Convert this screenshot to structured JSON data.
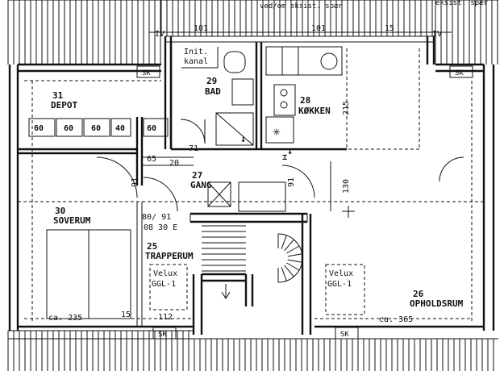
{
  "header": {
    "fragment_left": "ved/om eksist. spær",
    "fragment_right": "eksist. spær"
  },
  "grid_marks": {
    "mark_1": "IV",
    "mark_2": "101",
    "mark_3": "101",
    "mark_4": "15",
    "mark_5": "IV"
  },
  "sk_marks": [
    "SK",
    "SK",
    "SK",
    "SK"
  ],
  "rooms": [
    {
      "number": "31",
      "name": "DEPOT"
    },
    {
      "number": "29",
      "name": "BAD"
    },
    {
      "number": "28",
      "name": "KØKKEN"
    },
    {
      "number": "27",
      "name": "GANG"
    },
    {
      "number": "30",
      "name": "SOVERUM"
    },
    {
      "number": "25",
      "name": "TRAPPERUM"
    },
    {
      "number": "26",
      "name": "OPHOLDSRUM"
    }
  ],
  "annotations": {
    "init_line1": "Init.",
    "init_line2": "kanal",
    "bath_width": "71",
    "bath_dim_a": "65",
    "bath_dim_b": "20",
    "kitchen_height": "215",
    "hall_dim_91a": "91",
    "hall_dim_130": "130",
    "hall_dim_91b": "91",
    "door_label": "80/ 91",
    "door_label_b": "08 30 E",
    "storage_units": [
      "60",
      "60",
      "60",
      "40"
    ],
    "storage_unit_right": "60",
    "velux_left_1": "Velux",
    "velux_left_2": "GGL-1",
    "velux_left_3": "112",
    "velux_right_1": "Velux",
    "velux_right_2": "GGL-1",
    "ca_left": "ca. 235",
    "ca_left_small": "15",
    "ca_right": "ca. 365"
  }
}
